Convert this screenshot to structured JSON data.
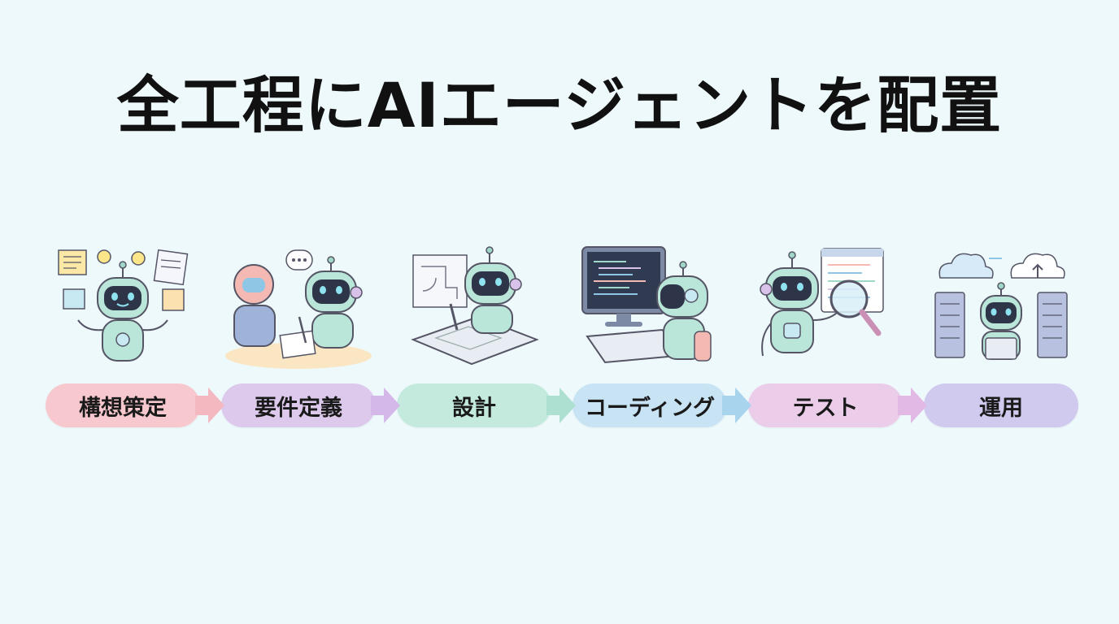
{
  "title": "全工程にAIエージェントを配置",
  "stages": [
    {
      "label": "構想策定",
      "color": "#f7c9cf",
      "arrow_color": "#f3b8c0",
      "icon": "robot-brainstorm-icon"
    },
    {
      "label": "要件定義",
      "color": "#dcc9ec",
      "arrow_color": "#d4b8ea",
      "icon": "robot-meeting-icon"
    },
    {
      "label": "設計",
      "color": "#c3eadc",
      "arrow_color": "#aee0d2",
      "icon": "robot-design-icon"
    },
    {
      "label": "コーディング",
      "color": "#c7e3f4",
      "arrow_color": "#a8d4ee",
      "icon": "robot-coding-icon"
    },
    {
      "label": "テスト",
      "color": "#ebcdea",
      "arrow_color": "#e2b9e4",
      "icon": "robot-testing-icon"
    },
    {
      "label": "運用",
      "color": "#cfcaee",
      "icon": "robot-operations-icon"
    }
  ]
}
